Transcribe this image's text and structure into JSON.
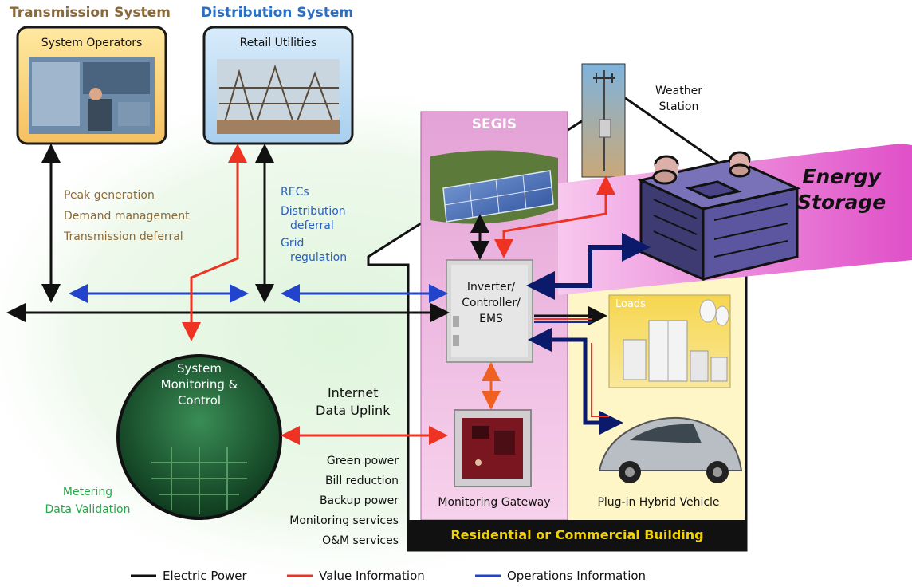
{
  "headers": {
    "transmission_system": "Transmission System",
    "distribution_system": "Distribution System"
  },
  "boxes": {
    "system_operators": "System Operators",
    "retail_utilities": "Retail Utilities",
    "segis": "SEGIS",
    "weather_station": [
      "Weather",
      "Station"
    ],
    "energy_storage": [
      "Energy",
      "Storage"
    ],
    "inverter": [
      "Inverter/",
      "Controller/",
      "EMS"
    ],
    "loads": "Loads",
    "system_monitoring": [
      "System",
      "Monitoring &",
      "Control"
    ],
    "monitoring_gateway": "Monitoring Gateway",
    "plugin_hybrid_vehicle": "Plug-in Hybrid Vehicle",
    "building": "Residential or Commercial Building"
  },
  "labels": {
    "transmission_benefits": [
      "Peak generation",
      "Demand management",
      "Transmission deferral"
    ],
    "distribution_benefits": [
      "RECs",
      "Distribution",
      "deferral",
      "Grid",
      "regulation"
    ],
    "internet_uplink": [
      "Internet",
      "Data Uplink"
    ],
    "customer_services": [
      "Green power",
      "Bill reduction",
      "Backup power",
      "Monitoring services",
      "O&M services"
    ],
    "metering": [
      "Metering",
      "Data Validation"
    ]
  },
  "legend": [
    {
      "label": "Electric Power",
      "color": "#111111"
    },
    {
      "label": "Value Information",
      "color": "#ee3322"
    },
    {
      "label": "Operations Information",
      "color": "#2244cc"
    }
  ],
  "colors": {
    "header_brown": "#8b6a3a",
    "header_blue": "#2a6fc4",
    "brown_text": "#8b6a3a",
    "blue_text": "#2a5fbb",
    "green_text": "#2aa54a",
    "segis_pink": "#e6a0d4",
    "storage_magenta": "#e050c8",
    "building_label": "#f0d200"
  }
}
